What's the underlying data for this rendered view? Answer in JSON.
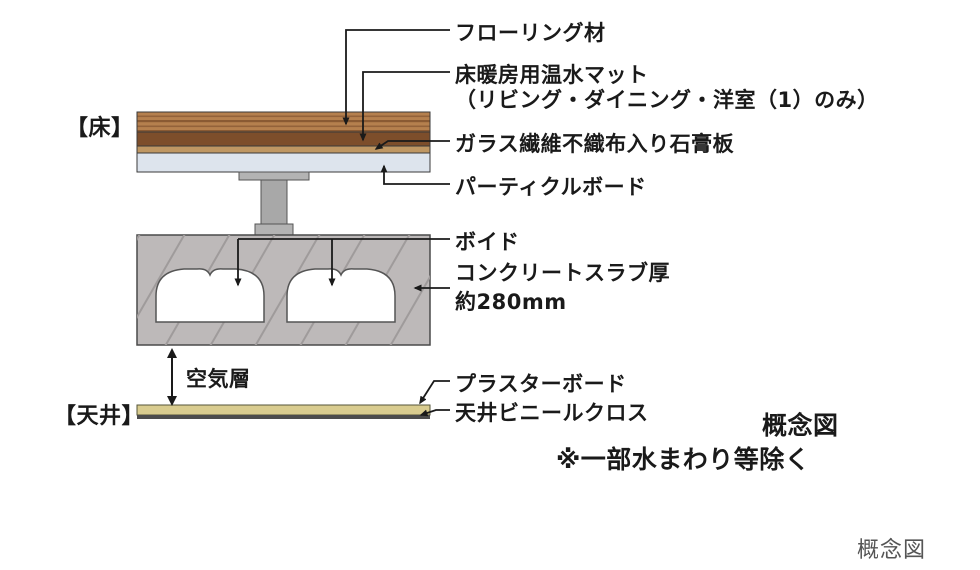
{
  "diagram": {
    "side_labels": {
      "floor": "【床】",
      "ceiling": "【天井】"
    },
    "callouts": {
      "flooring": "フローリング材",
      "heating_mat": "床暖房用温水マット",
      "heating_mat_note": "（リビング・ダイニング・洋室（1）のみ）",
      "gypsum_board": "ガラス繊維不織布入り石膏板",
      "particle_board": "パーティクルボード",
      "void": "ボイド",
      "slab_line1": "コンクリートスラブ厚",
      "slab_line2": "約280mm",
      "air_layer": "空気層",
      "plaster_board": "プラスターボード",
      "ceiling_vinyl": "天井ビニールクロス"
    },
    "notes": {
      "conceptual": "概念図",
      "exclusion": "※一部水まわり等除く",
      "watermark": "概念図"
    },
    "colors": {
      "text": "#1a1a1a",
      "flooring_base": "#b5804e",
      "flooring_stripe": "#8a5a33",
      "heating_mat": "#7d4e2b",
      "gypsum": "#bf9763",
      "particle_board": "#dde4ed",
      "pedestal": "#b0b0b0",
      "concrete": "#bdb9b9",
      "concrete_hatch": "#9f9b9b",
      "void_fill": "#ffffff",
      "ceiling_board": "#d9cc8f",
      "ceiling_vinyl": "#4c4c4c",
      "leader_line": "#1a1a1a"
    }
  }
}
